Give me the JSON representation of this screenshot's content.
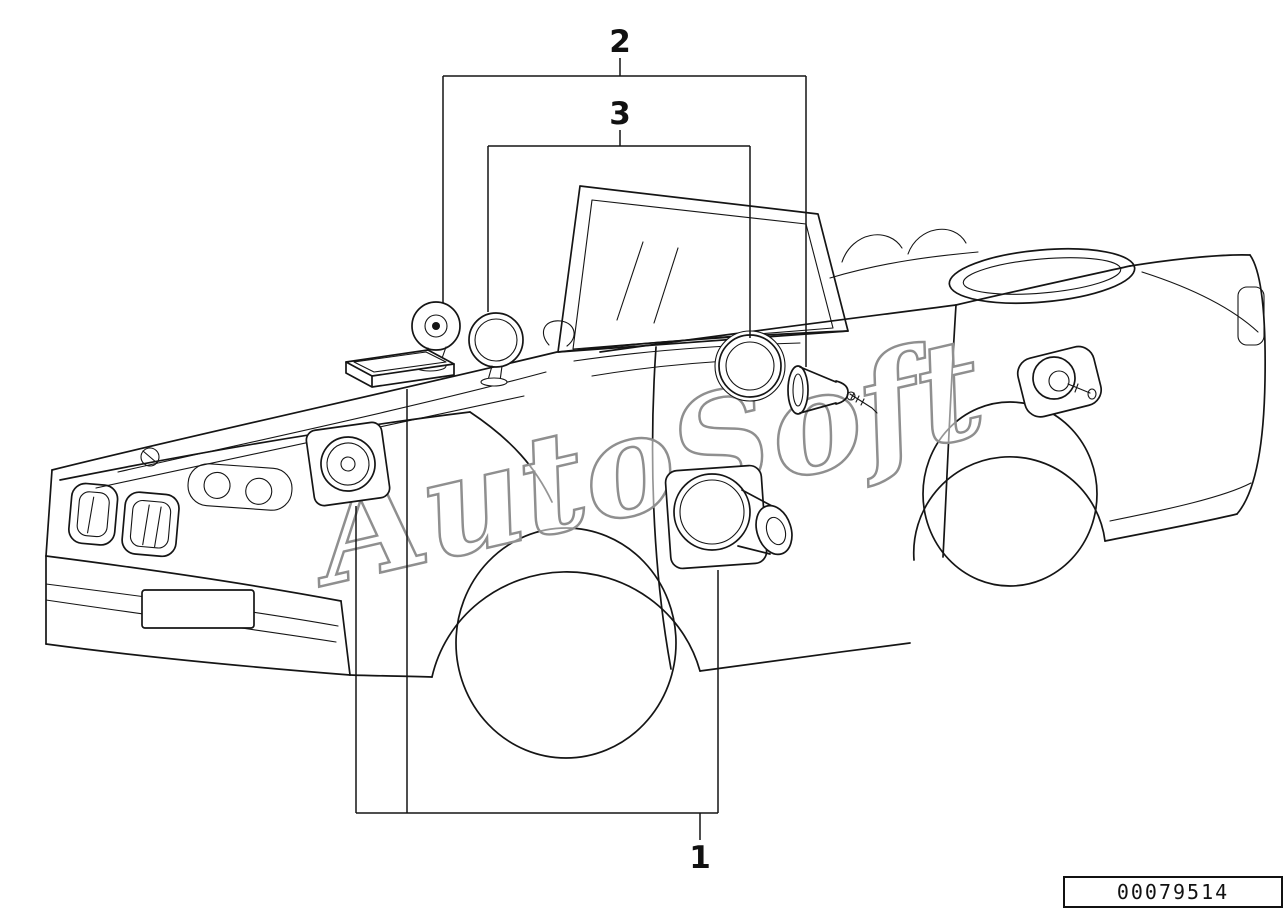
{
  "diagram": {
    "callouts": [
      {
        "label": "2"
      },
      {
        "label": "3"
      },
      {
        "label": "1"
      }
    ],
    "watermark": "AutoSoft",
    "part_number": "00079514",
    "components": [
      "tweeter-speaker",
      "mesh-tweeter-speaker",
      "amplifier-module",
      "front-panel-speaker",
      "door-grille-speaker",
      "speaker-driver",
      "door-woofer-speaker",
      "rear-quarter-speaker"
    ],
    "colors": {
      "line": "#151515",
      "watermark": "#8f8f8f"
    }
  }
}
